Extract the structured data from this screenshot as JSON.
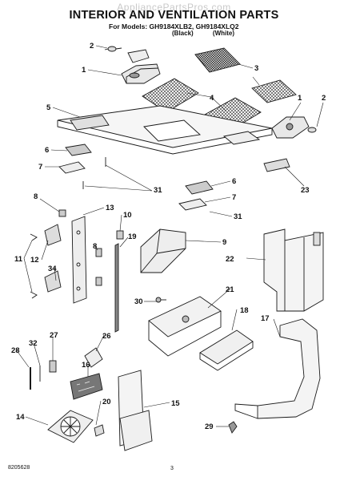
{
  "watermark": "AppliancePartsPros.com",
  "title": "INTERIOR AND VENTILATION PARTS",
  "models_line": "For Models: GH9184XLB2, GH9184XLQ2",
  "variants": [
    "(Black)",
    "(White)"
  ],
  "callouts": [
    "1",
    "2",
    "3",
    "4",
    "5",
    "6",
    "7",
    "8",
    "9",
    "10",
    "11",
    "12",
    "13",
    "14",
    "15",
    "16",
    "17",
    "18",
    "19",
    "20",
    "21",
    "22",
    "23",
    "26",
    "27",
    "28",
    "29",
    "30",
    "31",
    "32",
    "34"
  ],
  "footer": {
    "doc_number": "8205628",
    "page_number": "3"
  }
}
